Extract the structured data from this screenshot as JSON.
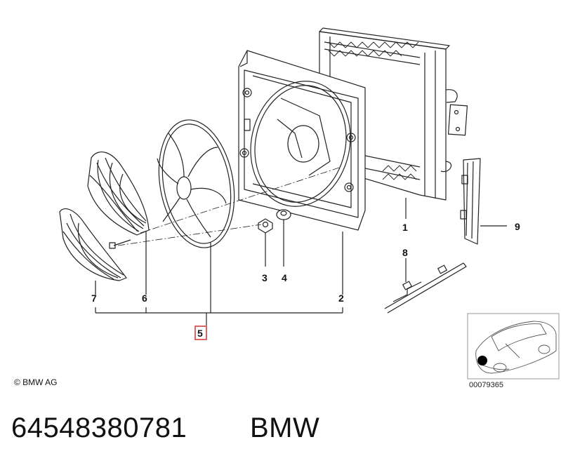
{
  "diagram": {
    "callouts": {
      "c1": "1",
      "c2": "2",
      "c3": "3",
      "c4": "4",
      "c5": "5",
      "c6": "6",
      "c7": "7",
      "c8": "8",
      "c9": "9"
    },
    "highlighted_callout": "5",
    "highlight_color": "#d03030",
    "line_color": "#222222",
    "copyright": "© BMW AG",
    "reference_number": "00079365",
    "locator_marker_color": "#000000"
  },
  "footer": {
    "part_number": "64548380781",
    "brand": "BMW"
  }
}
